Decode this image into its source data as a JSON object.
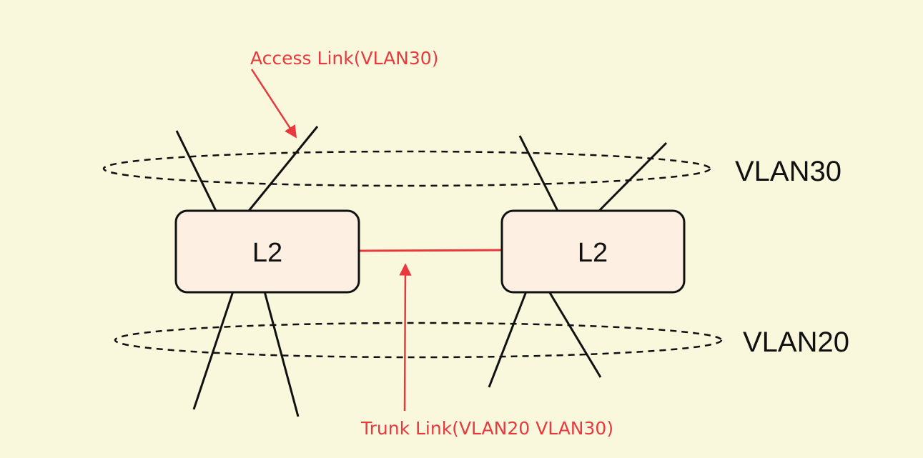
{
  "diagram": {
    "switches": [
      {
        "label": "L2"
      },
      {
        "label": "L2"
      }
    ],
    "vlans": [
      {
        "label": "VLAN30"
      },
      {
        "label": "VLAN20"
      }
    ],
    "annotations": {
      "access_link": "Access Link(VLAN30)",
      "trunk_link": "Trunk Link(VLAN20 VLAN30)"
    },
    "colors": {
      "background": "#faf8dc",
      "switch_fill": "#fdf0e2",
      "line": "#111111",
      "annotation": "#e8393f"
    }
  }
}
